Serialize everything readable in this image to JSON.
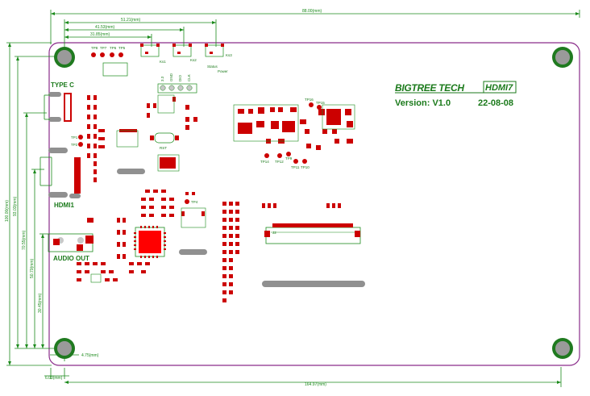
{
  "board": {
    "brand": "BIGTREE TECH",
    "model": "HDMI7",
    "version": "Version: V1.0",
    "date": "22-08-08"
  },
  "connectors": {
    "type_c": "TYPE C",
    "hdmi": "HDMI1",
    "audio": "AUDIO OUT"
  },
  "dimensions": {
    "top_overall": "88.00(mm)",
    "top_d1": "51.21(mm)",
    "top_d2": "41.53(mm)",
    "top_d3": "31.85(mm)",
    "left_overall": "100.00(mm)",
    "left_d1": "93.03(mm)",
    "left_d2": "70.55(mm)",
    "left_d3": "50.70(mm)",
    "left_d4": "30.45(mm)",
    "hole_offset": "4.75(mm)",
    "bottom_small": "6.03(mm)",
    "bottom_long": "164.97(mm)"
  },
  "labels": {
    "ks1": "Ks1",
    "ks2": "Ks2",
    "ks3": "Ks3",
    "status": "Status",
    "power": "Power",
    "rst": "RST",
    "j2": "J2",
    "tp_top": [
      "TP8",
      "TP7",
      "TP6",
      "TP5"
    ],
    "tp_right": [
      "TP16",
      "TP15",
      "TP14",
      "TP12",
      "TP11",
      "TP10",
      "TP9"
    ],
    "tp_left": [
      "TP1",
      "TP2"
    ],
    "tp_mid": "TP4",
    "swd": [
      "3.3",
      "GND",
      "DIO",
      "CLK"
    ]
  },
  "colors": {
    "outline": "#8a2c8a",
    "silk": "#1b8a1b",
    "pad": "#cc0000",
    "hole_ring": "#1f7a1f",
    "mcu": "#ff0000",
    "slot": "#909090"
  }
}
